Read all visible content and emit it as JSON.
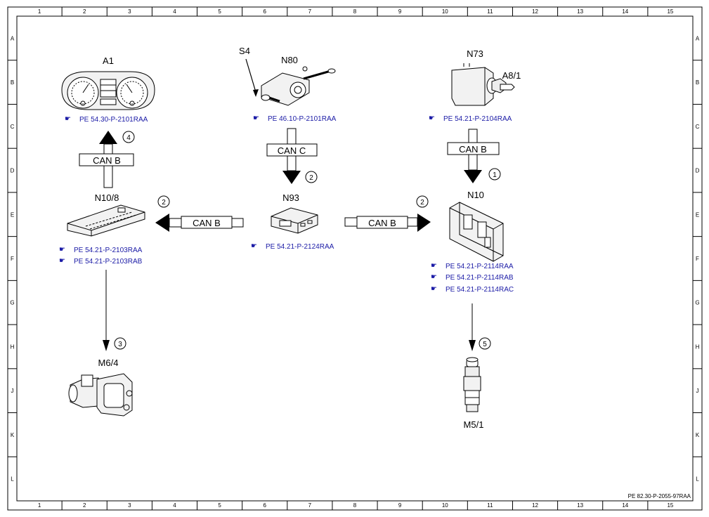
{
  "grid": {
    "columns": [
      "1",
      "2",
      "3",
      "4",
      "5",
      "6",
      "7",
      "8",
      "9",
      "10",
      "11",
      "12",
      "13",
      "14",
      "15"
    ],
    "rows": [
      "A",
      "B",
      "C",
      "D",
      "E",
      "F",
      "G",
      "H",
      "J",
      "K",
      "L"
    ]
  },
  "components": {
    "a1": {
      "label": "A1",
      "refs": [
        "PE 54.30-P-2101RAA"
      ]
    },
    "n80": {
      "label": "N80",
      "refs": [
        "PE 46.10-P-2101RAA"
      ]
    },
    "s4": {
      "label": "S4"
    },
    "n73": {
      "label": "N73",
      "refs": [
        "PE 54.21-P-2104RAA"
      ]
    },
    "a81": {
      "label": "A8/1"
    },
    "n108": {
      "label": "N10/8",
      "refs": [
        "PE 54.21-P-2103RAA",
        "PE 54.21-P-2103RAB"
      ]
    },
    "n93": {
      "label": "N93",
      "refs": [
        "PE 54.21-P-2124RAA"
      ]
    },
    "n10": {
      "label": "N10",
      "refs": [
        "PE 54.21-P-2114RAA",
        "PE 54.21-P-2114RAB",
        "PE 54.21-P-2114RAC"
      ]
    },
    "m64": {
      "label": "M6/4"
    },
    "m51": {
      "label": "M5/1"
    }
  },
  "connections": {
    "n80_n93": {
      "bus": "CAN C",
      "step": "2"
    },
    "n73_n10": {
      "bus": "CAN B",
      "step": "1"
    },
    "n108_a1": {
      "bus": "CAN B",
      "step": "4"
    },
    "n93_n108": {
      "bus": "CAN B",
      "step": "2"
    },
    "n93_n10": {
      "bus": "CAN B",
      "step": "2"
    },
    "n108_m64": {
      "step": "3"
    },
    "n10_m51": {
      "step": "5"
    }
  },
  "footer": {
    "doc_id": "PE 82.30-P-2055-97RAA"
  }
}
